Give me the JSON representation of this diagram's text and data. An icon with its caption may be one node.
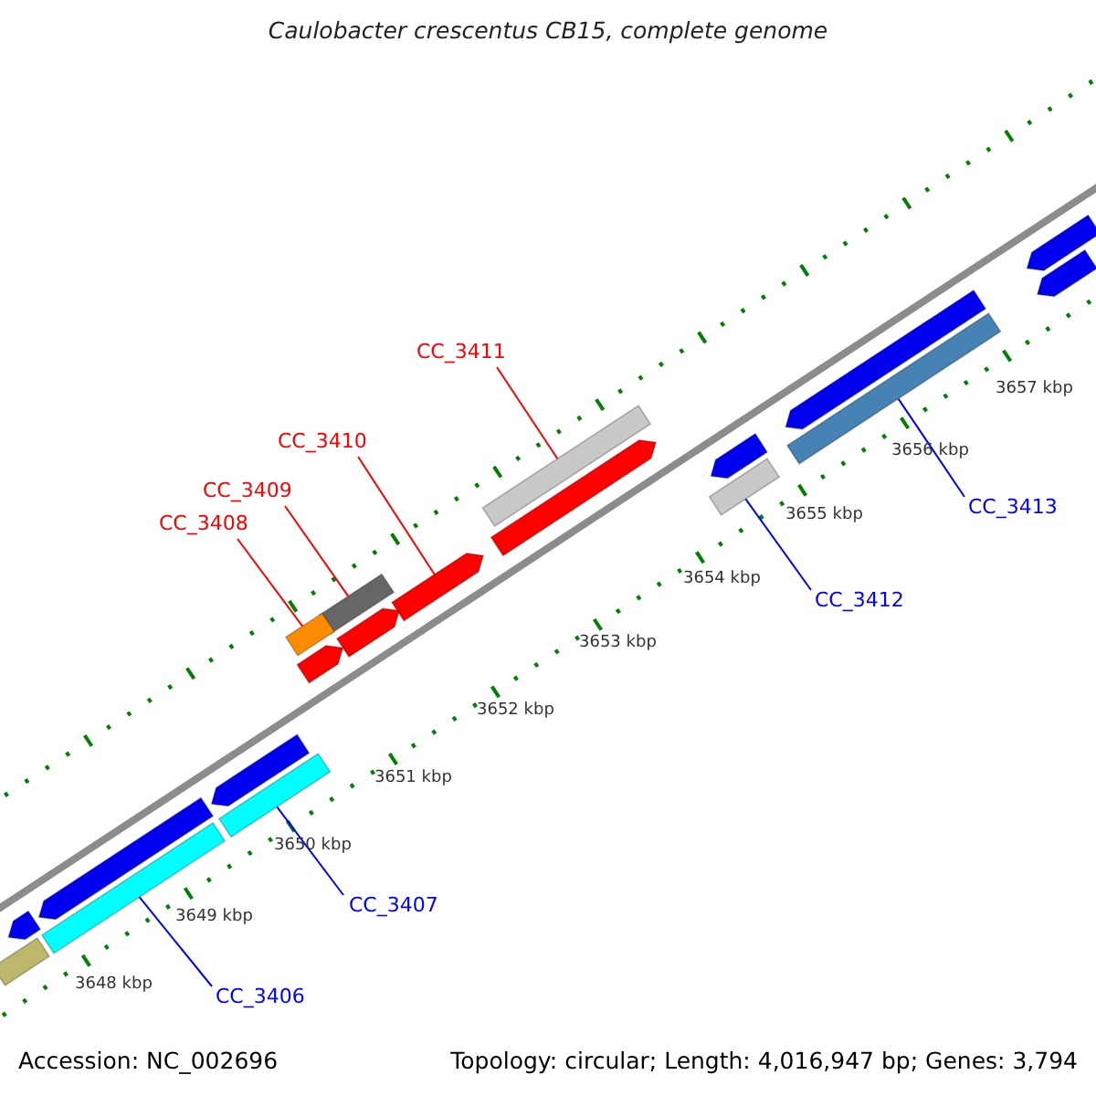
{
  "diagram": {
    "title": "Caulobacter crescentus CB15, complete genome",
    "nodes": [
      {
        "text": [
          "CC_3411"
        ]
      },
      {
        "text": [
          "CC_3410"
        ]
      },
      {
        "text": [
          "CC_3409"
        ]
      },
      {
        "text": [
          "CC_3408"
        ]
      },
      {
        "text": [
          "CC_3413"
        ]
      },
      {
        "text": [
          "CC_3412"
        ]
      },
      {
        "text": [
          "CC_3407"
        ]
      },
      {
        "text": [
          "CC_3406"
        ]
      },
      {
        "text": [],
        "shape": "bar"
      },
      {
        "text": [],
        "shape": "arrow"
      },
      {
        "text": [],
        "shape": "bar"
      },
      {
        "text": [],
        "shape": "bar"
      },
      {
        "text": [],
        "shape": "bar"
      },
      {
        "text": [],
        "shape": "bar"
      },
      {
        "text": [],
        "shape": "bar"
      },
      {
        "text": [],
        "shape": "bar"
      },
      {
        "text": [],
        "shape": "bar"
      },
      {
        "text": [],
        "shape": "arrow"
      },
      {
        "text": [],
        "shape": "arrow"
      },
      {
        "text": [],
        "shape": "arrow"
      },
      {
        "text": [],
        "shape": "arrow"
      },
      {
        "text": [],
        "shape": "arrow"
      },
      {
        "text": [],
        "shape": "arrow"
      },
      {
        "text": [],
        "shape": "arrow"
      },
      {
        "text": [],
        "shape": "arrow"
      },
      {
        "text": [],
        "shape": "arrow"
      },
      {
        "text": [],
        "shape": "arrow"
      }
    ],
    "edges": [
      {
        "from": 0,
        "to": 8,
        "arrow": "none",
        "color": "#ff0000"
      },
      {
        "from": 1,
        "to": 9,
        "arrow": "none",
        "color": "#ff0000"
      },
      {
        "from": 2,
        "to": 10,
        "arrow": "none",
        "color": "#ff0000"
      },
      {
        "from": 3,
        "to": 11,
        "arrow": "none",
        "color": "#ff0000"
      },
      {
        "from": 4,
        "to": 12,
        "arrow": "none",
        "color": "#0000ff"
      },
      {
        "from": 5,
        "to": 13,
        "arrow": "none",
        "color": "#0000ff"
      },
      {
        "from": 6,
        "to": 14,
        "arrow": "none",
        "color": "#0000ff"
      },
      {
        "from": 7,
        "to": 15,
        "arrow": "none",
        "color": "#0000ff"
      }
    ],
    "labels": [
      "3657 kbp",
      "3656 kbp",
      "3655 kbp",
      "3654 kbp",
      "3653 kbp",
      "3652 kbp",
      "3651 kbp",
      "3650 kbp",
      "3649 kbp",
      "3648 kbp",
      "Accession: NC_002696",
      "Topology: circular; Length: 4,016,947 bp; Genes: 3,794"
    ]
  }
}
